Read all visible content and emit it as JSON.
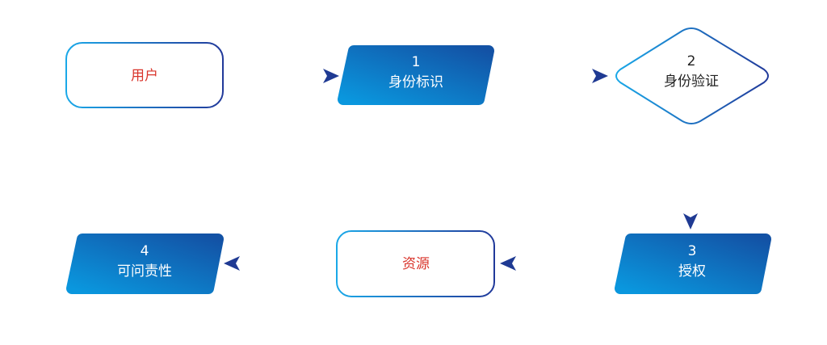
{
  "nodes": {
    "user": {
      "label": "用户"
    },
    "identification": {
      "number": "1",
      "label": "身份标识"
    },
    "authentication": {
      "number": "2",
      "label": "身份验证"
    },
    "authorization": {
      "number": "3",
      "label": "授权"
    },
    "resource": {
      "label": "资源"
    },
    "accountability": {
      "number": "4",
      "label": "可问责性"
    }
  },
  "colors": {
    "red_text": "#d9342b",
    "dark_text": "#222222",
    "blue_dark": "#1454a6",
    "blue_light": "#0a94dc",
    "arrow": "#1f3a93"
  }
}
